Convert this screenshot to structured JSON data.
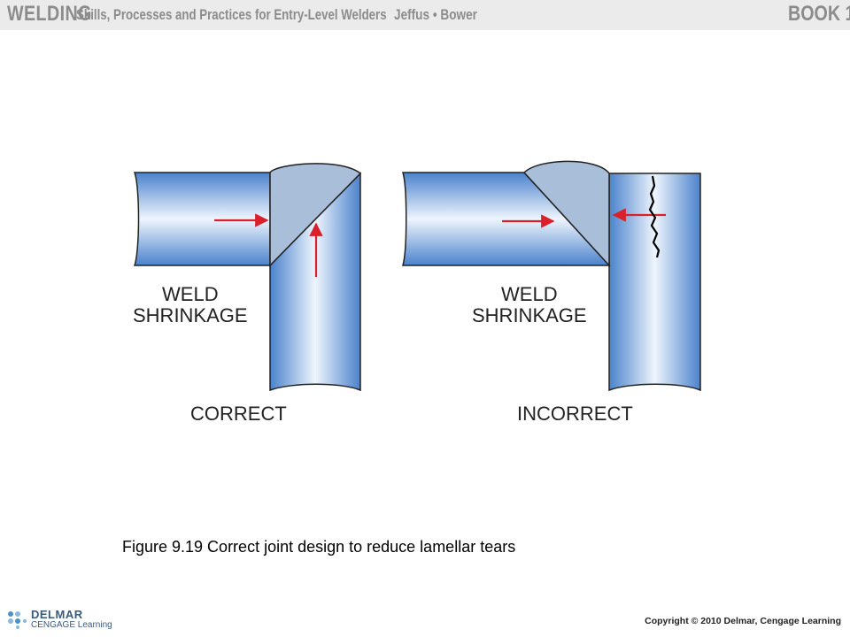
{
  "header": {
    "title": "WELDING",
    "subtitle": "Skills, Processes and Practices for Entry-Level Welders",
    "authors": "Jeffus • Bower",
    "book": "BOOK 1"
  },
  "diagrams": {
    "correct": {
      "shrinkage_line1": "WELD",
      "shrinkage_line2": "SHRINKAGE",
      "label": "CORRECT"
    },
    "incorrect": {
      "shrinkage_line1": "WELD",
      "shrinkage_line2": "SHRINKAGE",
      "label": "INCORRECT"
    }
  },
  "caption": "Figure 9.19 Correct joint design to reduce lamellar tears",
  "footer": {
    "logo_name": "DELMAR",
    "logo_sub": "CENGAGE Learning",
    "copyright": "Copyright © 2010 Delmar, Cengage Learning"
  },
  "colors": {
    "plate_edge": "#4a82cc",
    "plate_center": "#eef5fd",
    "weld_fill": "#a9bfd9",
    "arrow": "#d9202b",
    "crack": "#000000"
  }
}
